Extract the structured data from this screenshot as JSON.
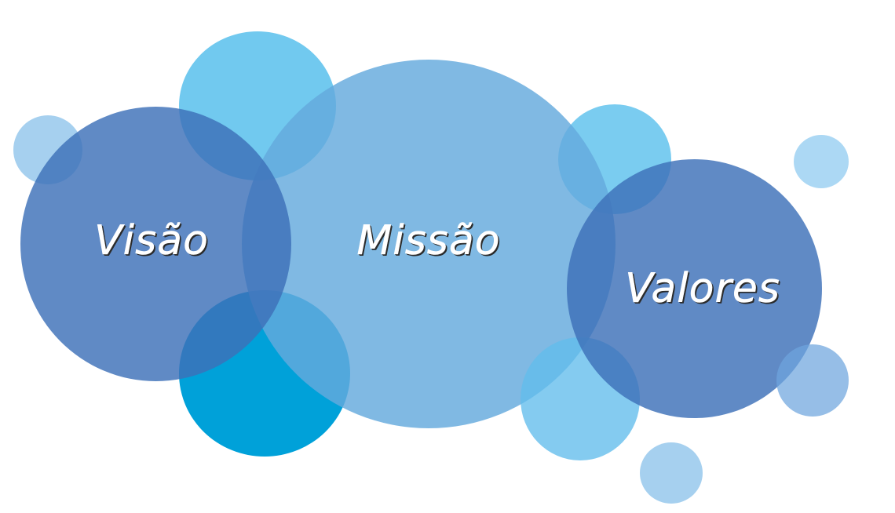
{
  "labels": {
    "visao": "Visão",
    "missao": "Missão",
    "valores": "Valores"
  },
  "colors": {
    "dark_blue": "#4577bd",
    "mid_blue": "#65aedd",
    "light_blue": "#55bce9",
    "pale_blue": "#8ac4eb",
    "cyan": "#00a1d9",
    "text": "#ffffff",
    "text_shadow": "#2b2b2b"
  }
}
